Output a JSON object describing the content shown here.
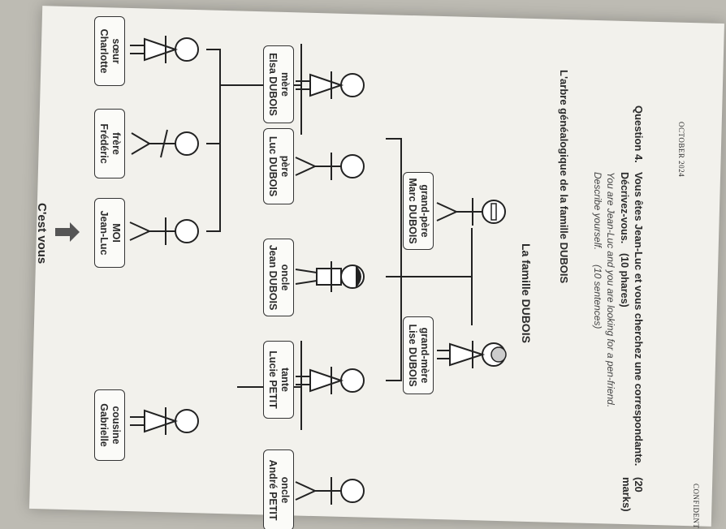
{
  "header": {
    "date": "OCTOBER 2024",
    "confidential": "CONFIDENTIAL"
  },
  "question": {
    "label": "Question 4.",
    "prompt": "Vous êtes Jean-Luc et vous cherchez une correspondante.",
    "marks": "(20 marks)",
    "instruction": "Décrivez-vous.",
    "phrases": "(10 phares)",
    "english_prompt": "You are Jean-Luc and you are looking for a pen-friend.",
    "english_instruction": "Describe yourself.",
    "sentences": "(10 sentences)"
  },
  "tree": {
    "caption": "L'arbre généalogique de la famille DUBOIS",
    "title": "La famille DUBOIS",
    "members": [
      {
        "id": "grandpere",
        "role": "grand-père",
        "name": "Marc DUBOIS"
      },
      {
        "id": "grandmere",
        "role": "grand-mère",
        "name": "Lise DUBOIS"
      },
      {
        "id": "mere",
        "role": "mère",
        "name": "Elsa DUBOIS"
      },
      {
        "id": "pere",
        "role": "père",
        "name": "Luc DUBOIS"
      },
      {
        "id": "oncle1",
        "role": "oncle",
        "name": "Jean DUBOIS"
      },
      {
        "id": "tante",
        "role": "tante",
        "name": "Lucie PETIT"
      },
      {
        "id": "oncle2",
        "role": "oncle",
        "name": "André PETIT"
      },
      {
        "id": "soeur",
        "role": "sœur",
        "name": "Charlotte"
      },
      {
        "id": "frere",
        "role": "frère",
        "name": "Frédéric"
      },
      {
        "id": "moi",
        "role": "MOI",
        "name": "Jean-Luc"
      },
      {
        "id": "cousine",
        "role": "cousine",
        "name": "Gabrielle"
      }
    ],
    "footer": "C'est vous"
  },
  "colors": {
    "paper": "#f2f1ec",
    "ink": "#222222",
    "background": "#bdbbb3"
  }
}
